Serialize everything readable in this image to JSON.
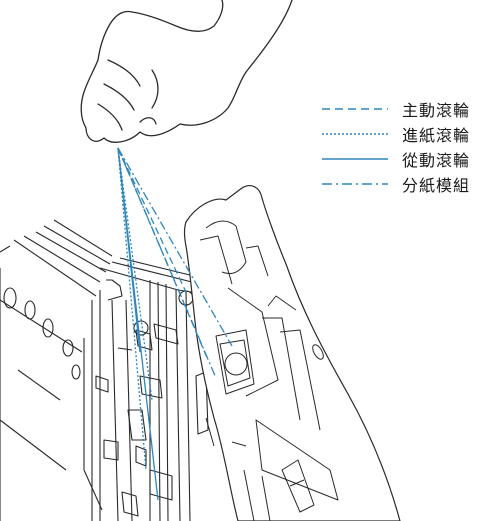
{
  "legend": {
    "items": [
      {
        "label": "主動滾輪",
        "style": "dashed"
      },
      {
        "label": "進紙滾輪",
        "style": "dotted"
      },
      {
        "label": "從動滾輪",
        "style": "solid"
      },
      {
        "label": "分紙模組",
        "style": "dash-dot"
      }
    ]
  },
  "colors": {
    "line_art": "#2a2a2a",
    "guide_lines": "#2f86bd",
    "background": "#ffffff"
  }
}
